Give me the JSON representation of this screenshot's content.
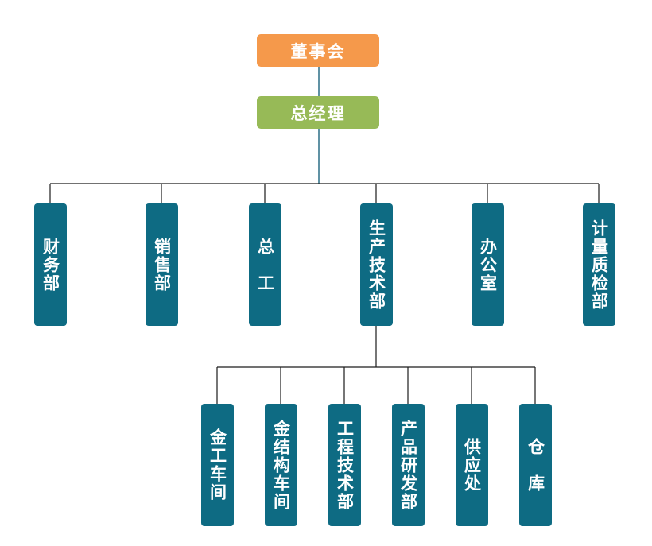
{
  "colors": {
    "board": "#f5994b",
    "gm": "#97ba57",
    "dept": "#0e6b83",
    "line_dark": "#1c1c1c",
    "line_blue": "#2b6e86"
  },
  "org": {
    "board": "董事会",
    "general_manager": "总经理",
    "departments": [
      "财务部",
      "销售部",
      "总　工",
      "生产技术部",
      "办公室",
      "计量质检部"
    ],
    "production_units": [
      "金工车间",
      "金结构车间",
      "工程技术部",
      "产品研发部",
      "供应处",
      "仓　库"
    ]
  }
}
